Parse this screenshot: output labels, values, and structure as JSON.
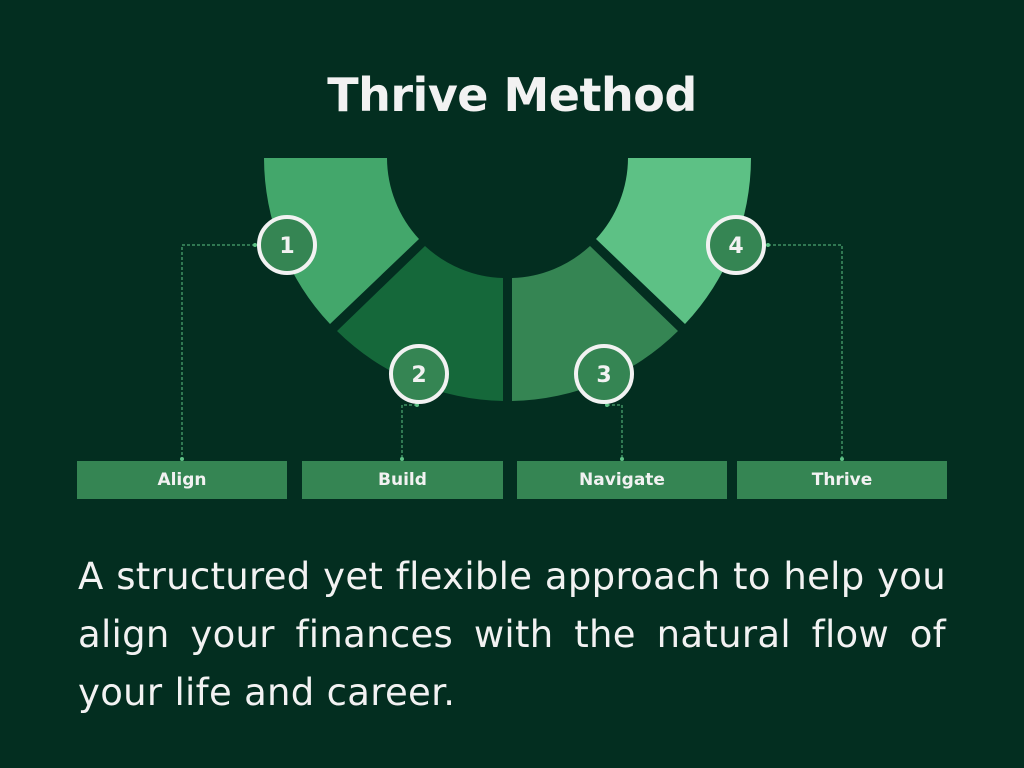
{
  "title": "Thrive Method",
  "colors": {
    "background": "#032e20",
    "segment_1": "#43a76b",
    "segment_2": "#15683a",
    "segment_3": "#358553",
    "segment_4": "#5dc185",
    "label_box": "#358553",
    "text": "#f2f2f2",
    "connector": "#5dc185"
  },
  "steps": [
    {
      "number": "1",
      "label": "Align"
    },
    {
      "number": "2",
      "label": "Build"
    },
    {
      "number": "3",
      "label": "Navigate"
    },
    {
      "number": "4",
      "label": "Thrive"
    }
  ],
  "description": "A structured yet flexible approach to help you align your finances with the natural flow of your life and career."
}
